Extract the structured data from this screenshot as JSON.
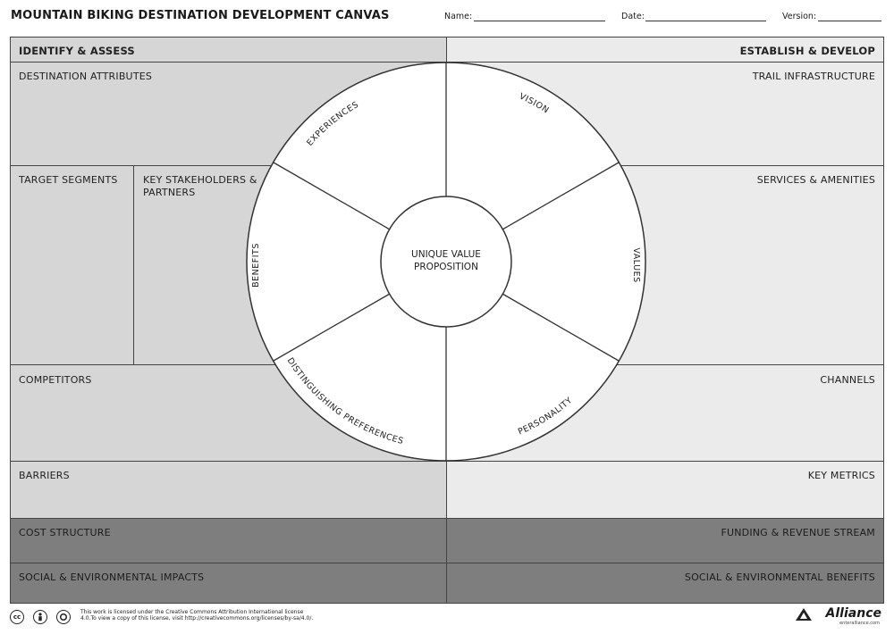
{
  "header": {
    "title": "MOUNTAIN BIKING DESTINATION DEVELOPMENT CANVAS",
    "name_label": "Name:",
    "date_label": "Date:",
    "version_label": "Version:"
  },
  "left": {
    "section_title": "IDENTIFY & ASSESS",
    "destination_attributes": "DESTINATION ATTRIBUTES",
    "target_segments": "TARGET SEGMENTS",
    "key_stakeholders": "KEY STAKEHOLDERS &",
    "partners": "PARTNERS",
    "competitors": "COMPETITORS",
    "barriers": "BARRIERS",
    "cost_structure": "COST STRUCTURE",
    "social_impacts": "SOCIAL & ENVIRONMENTAL IMPACTS"
  },
  "right": {
    "section_title": "ESTABLISH & DEVELOP",
    "trail_infrastructure": "TRAIL INFRASTRUCTURE",
    "services_amenities": "SERVICES & AMENITIES",
    "channels": "CHANNELS",
    "key_metrics": "KEY METRICS",
    "funding_revenue": "FUNDING & REVENUE STREAM",
    "social_benefits": "SOCIAL & ENVIRONMENTAL BENEFITS"
  },
  "wheel": {
    "center_line1": "UNIQUE VALUE",
    "center_line2": "PROPOSITION",
    "vision": "VISION",
    "values": "VALUES",
    "personality": "PERSONALITY",
    "distinguishing": "DISTINGUISHING PREFERENCES",
    "benefits": "BENEFITS",
    "experiences": "EXPERIENCES"
  },
  "footer": {
    "license_line1": "This work is licensed under the Creative Commons Attribution  International license",
    "license_line2": "4.0.To view a copy of this license, visit http://creativecommons.org/licenses/by-sa/4.0/.",
    "cc_icon": "cc",
    "by_icon": "person",
    "sa_icon": "sa",
    "logo": "Alliance",
    "logo_sub": "enteralliance.com"
  },
  "colors": {
    "left_fill": "#d6d6d6",
    "right_fill": "#ebebeb",
    "dark_fill": "#7e7e7e",
    "wheel_fill": "#ffffff"
  }
}
